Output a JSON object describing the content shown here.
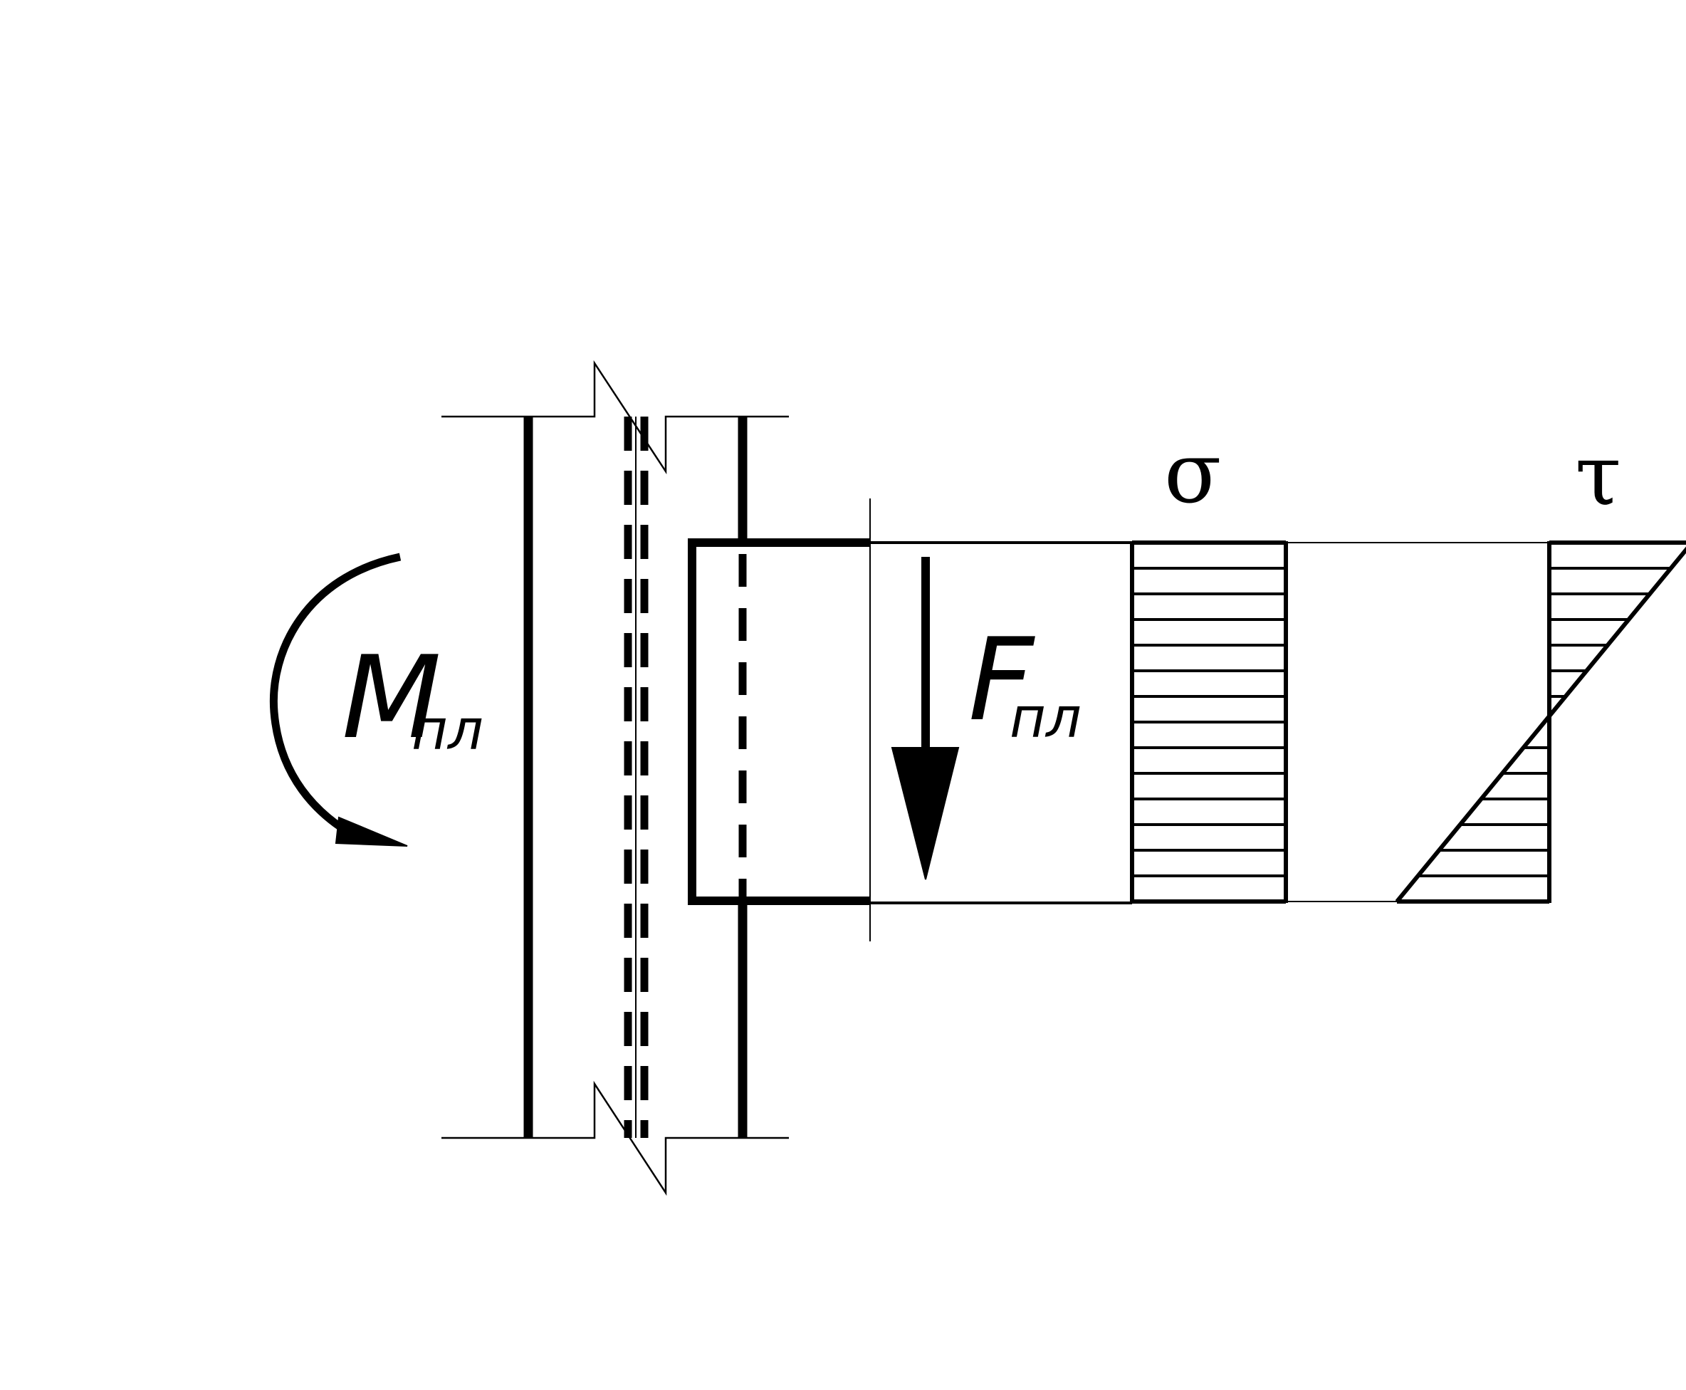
{
  "labels": {
    "sigma": "σ",
    "tau": "τ",
    "moment_main": "M",
    "moment_sub": "пл",
    "force_main": "F",
    "force_sub": "пл"
  },
  "sigma_diagram": {
    "distribution": "uniform",
    "hatch_lines": 13
  },
  "tau_diagram": {
    "distribution": "linear",
    "hatch_lines_upper": 6,
    "hatch_lines_lower": 6,
    "zero_at_fraction": 0.5
  },
  "colors": {
    "ink": "#000000",
    "background": "#ffffff"
  }
}
